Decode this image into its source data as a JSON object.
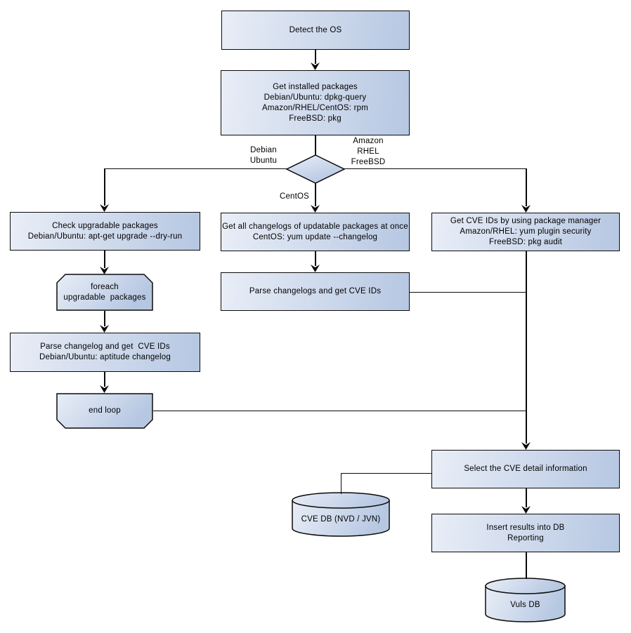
{
  "colors": {
    "bg": "#ffffff",
    "box-light": "#e9eef7",
    "box-dark": "#b6c7e2",
    "border": "#0a0a0a",
    "line": "#0a0a0a",
    "text": "#000000"
  },
  "nodes": {
    "detect_os": "Detect the OS",
    "get_installed_packages": "Get installed packages\nDebian/Ubuntu: dpkg-query\nAmazon/RHEL/CentOS: rpm\nFreeBSD: pkg",
    "check_upgradable": "Check upgradable packages\nDebian/Ubuntu: apt-get upgrade --dry-run",
    "foreach_loop": "foreach\nupgradable  packages",
    "parse_changelog_left": "Parse changelog and get  CVE IDs\nDebian/Ubuntu: aptitude changelog",
    "end_loop": "end loop",
    "get_all_changelogs": "Get all changelogs of updatable packages at once\nCentOS: yum update --changelog",
    "parse_changelogs_mid": "Parse changelogs and get CVE IDs",
    "get_cve_ids_pkg_mgr": "Get CVE IDs by using package manager\nAmazon/RHEL: yum plugin security\nFreeBSD: pkg audit",
    "select_cve_detail": "Select the CVE detail information",
    "insert_results": "Insert results into DB\nReporting",
    "cve_db": "CVE DB (NVD / JVN)",
    "vuls_db": "Vuls DB"
  },
  "edge_labels": {
    "debian_ubuntu": "Debian\nUbuntu",
    "amazon_rhel_freebsd": "Amazon\nRHEL\nFreeBSD",
    "centos": "CentOS"
  }
}
